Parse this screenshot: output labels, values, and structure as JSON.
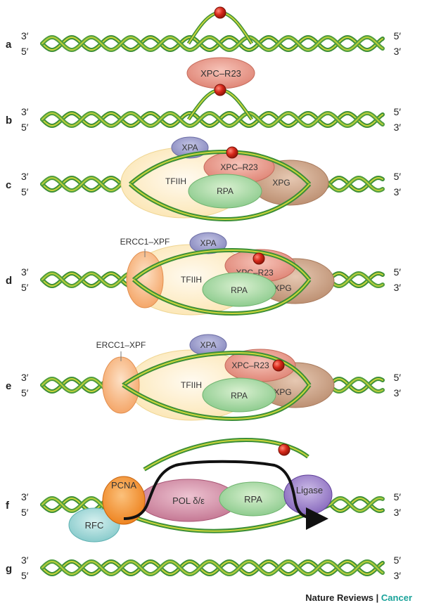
{
  "panels": [
    {
      "label": "a",
      "end_top_left": "3′",
      "end_bottom_left": "5′",
      "end_top_right": "5′",
      "end_bottom_right": "3′"
    },
    {
      "label": "b",
      "end_top_left": "3′",
      "end_bottom_left": "5′",
      "end_top_right": "5′",
      "end_bottom_right": "3′"
    },
    {
      "label": "c",
      "end_top_left": "3′",
      "end_bottom_left": "5′",
      "end_top_right": "5′",
      "end_bottom_right": "3′"
    },
    {
      "label": "d",
      "end_top_left": "3′",
      "end_bottom_left": "5′",
      "end_top_right": "5′",
      "end_bottom_right": "3′"
    },
    {
      "label": "e",
      "end_top_left": "3′",
      "end_bottom_left": "5′",
      "end_top_right": "5′",
      "end_bottom_right": "3′"
    },
    {
      "label": "f",
      "end_top_left": "3′",
      "end_bottom_left": "5′",
      "end_top_right": "5′",
      "end_bottom_right": "3′"
    },
    {
      "label": "g",
      "end_top_left": "3′",
      "end_bottom_left": "5′",
      "end_top_right": "5′",
      "end_bottom_right": "3′"
    }
  ],
  "proteins": {
    "xpc": "XPC–R23",
    "xpa": "XPA",
    "tfiih": "TFIIH",
    "rpa": "RPA",
    "xpg": "XPG",
    "ercc1": "ERCC1–XPF",
    "pcna": "PCNA",
    "rfc": "RFC",
    "pol": "POL δ/ε",
    "ligase": "Ligase"
  },
  "footer": {
    "publisher": "Nature Reviews",
    "separator": " | ",
    "journal": "Cancer"
  },
  "colors": {
    "strand_green": "#4f9a3a",
    "strand_yellow": "#d8d23c",
    "lesion_red": "#d12a1e",
    "xpc": "#e59a8c",
    "xpa": "#8e8fc4",
    "tfiih": "#fbe9b8",
    "rpa": "#8fcf8f",
    "xpg": "#c59a7e",
    "ercc1": "#f7b27a",
    "pcna": "#f38b1f",
    "rfc": "#8dcfd0",
    "pol": "#c97b96",
    "ligase": "#8e6cbf",
    "journal_accent": "#1aa39a"
  }
}
